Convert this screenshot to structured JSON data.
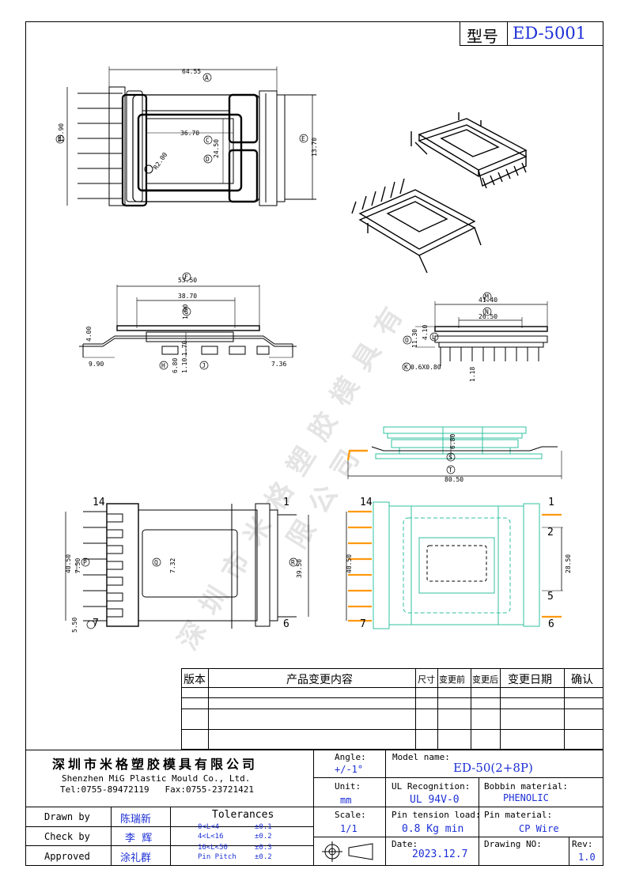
{
  "header": {
    "model_label": "型号",
    "model_value": "ED-5001"
  },
  "dims": {
    "A": "64.55",
    "B": "15.90",
    "C": "36.70",
    "D": "24.50",
    "E": "13.70",
    "R": "R2.00",
    "F": "53.50",
    "G": "38.70",
    "H": "6.80",
    "I": "1.10",
    "J": "1.70",
    "dim100": "1.00",
    "dim400": "4.00",
    "dim990": "9.90",
    "dim736": "7.36",
    "M": "41.40",
    "N": "26.50",
    "O": "11.30",
    "L": "4.10",
    "K": "0.6X0.80",
    "dim118": "1.18",
    "S": "6.80",
    "T": "80.50",
    "P": "40.50",
    "Q": "7.50",
    "Q2": "7.32",
    "Pr": "39.50",
    "dim550": "5.50",
    "P2": "40.50",
    "dim2850": "28.50"
  },
  "circles": {
    "A": "A",
    "B": "B",
    "C": "C",
    "D": "D",
    "E": "E",
    "F": "F",
    "G": "G",
    "H": "H",
    "J": "J",
    "M": "M",
    "N": "N",
    "O": "O",
    "L": "L",
    "K": "K",
    "S": "S",
    "T": "T",
    "P": "P",
    "Q": "Q",
    "Rr": "R"
  },
  "pins": {
    "p14": "14",
    "p1": "1",
    "p7": "7",
    "p6": "6",
    "p2": "2",
    "p5": "5",
    "q14": "14",
    "q1": "1",
    "q7": "7",
    "q6": "6"
  },
  "watermark": "深圳市米格塑胶模具有限公司",
  "revision": {
    "headers": [
      "版本",
      "产品变更内容",
      "尺寸",
      "变更前",
      "变更后",
      "变更日期",
      "确认"
    ]
  },
  "title_block": {
    "company_cn": "深圳市米格塑胶模具有限公司",
    "company_en": "Shenzhen MiG Plastic Mould Co., Ltd.",
    "contact": "Tel:0755-89472119   Fax:0755-23721421",
    "angle_label": "Angle:",
    "angle_value": "+/-1°",
    "model_name_label": "Model name:",
    "model_name_value": "ED-50(2+8P)",
    "unit_label": "Unit:",
    "unit_value": "mm",
    "ul_label": "UL Recognition:",
    "ul_value": "UL 94V-0",
    "bobbin_label": "Bobbin material:",
    "bobbin_value": "PHENOLIC",
    "drawn_label": "Drawn by",
    "drawn_value": "陈瑞新",
    "check_label": "Check by",
    "check_value": "李  辉",
    "approved_label": "Approved",
    "approved_value": "涂礼群",
    "tol_label": "Tolerances",
    "tol_rows": [
      {
        "range": "0<L<4",
        "value": "±0.1"
      },
      {
        "range": "4<L<16",
        "value": "±0.2"
      },
      {
        "range": "16<L<50",
        "value": "±0.3"
      },
      {
        "range": "Pin Pitch",
        "value": "±0.2"
      }
    ],
    "scale_label": "Scale:",
    "scale_value": "1/1",
    "pin_tension_label": "Pin tension load:",
    "pin_tension_value": "0.8 Kg min",
    "pin_material_label": "Pin material:",
    "pin_material_value": "CP Wire",
    "date_label": "Date:",
    "date_value": "2023.12.7",
    "drawing_no_label": "Drawing NO:",
    "rev_label": "Rev:",
    "rev_value": "1.0"
  }
}
